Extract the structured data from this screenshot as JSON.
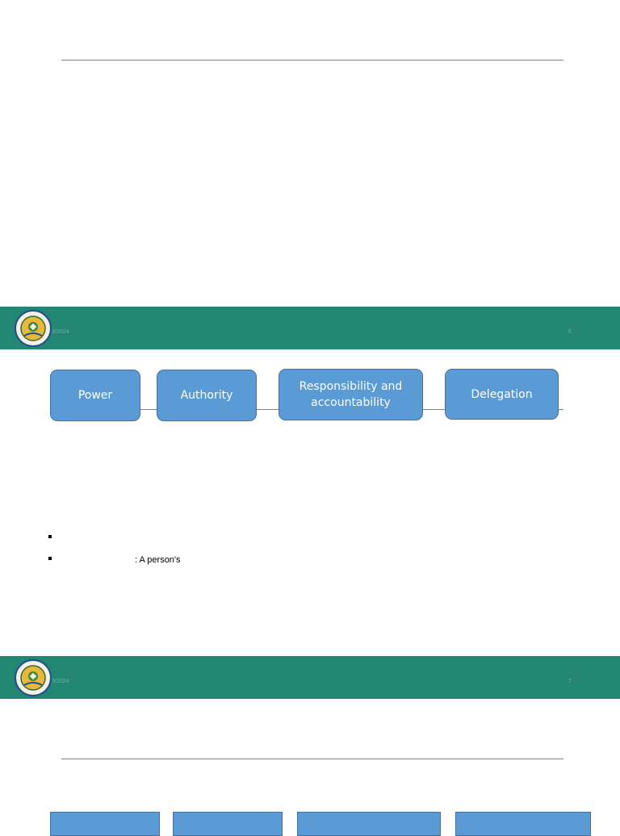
{
  "slide6": {
    "footer_date": "3/2024",
    "page_number": "6",
    "logo_icon": "academy-of-finance-logo-icon",
    "flow_items": [
      "Power",
      "Authority",
      "Responsibility and accountability",
      "Delegation"
    ]
  },
  "slide7": {
    "footer_date": "3/2024",
    "page_number": "7",
    "logo_icon": "academy-of-finance-logo-icon",
    "bullets": [
      "",
      ": A person's"
    ]
  },
  "colors": {
    "band": "#228672",
    "box_fill": "#5b9bd5",
    "box_border": "#41719c",
    "rule": "#7f7f7f"
  }
}
